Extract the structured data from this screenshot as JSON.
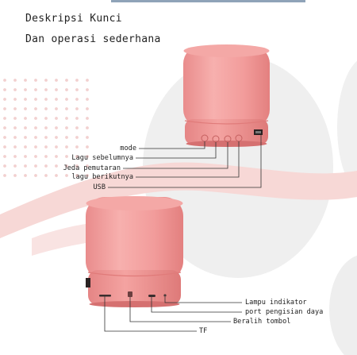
{
  "headings": {
    "title": "Deskripsi Kunci",
    "subtitle": "Dan operasi sederhana"
  },
  "top_speaker": {
    "labels": {
      "mode": "mode",
      "previous": "Lagu sebelumnya",
      "pause": "Jeda pemutaran",
      "next": "lagu berikutnya",
      "usb": "USB"
    }
  },
  "bottom_speaker": {
    "labels": {
      "indicator": "Lampu indikator",
      "charging_port": "port pengisian daya",
      "switch": "Beralih tombol",
      "tf": "TF"
    }
  },
  "colors": {
    "speaker_body": "#f29a9a",
    "speaker_highlight": "#f7b3b1",
    "speaker_shadow": "#e58686",
    "ribbon": "#f7d8d6",
    "dots": "#f2d0cf",
    "backdrop": "#efefef",
    "leader_line": "#333333"
  }
}
